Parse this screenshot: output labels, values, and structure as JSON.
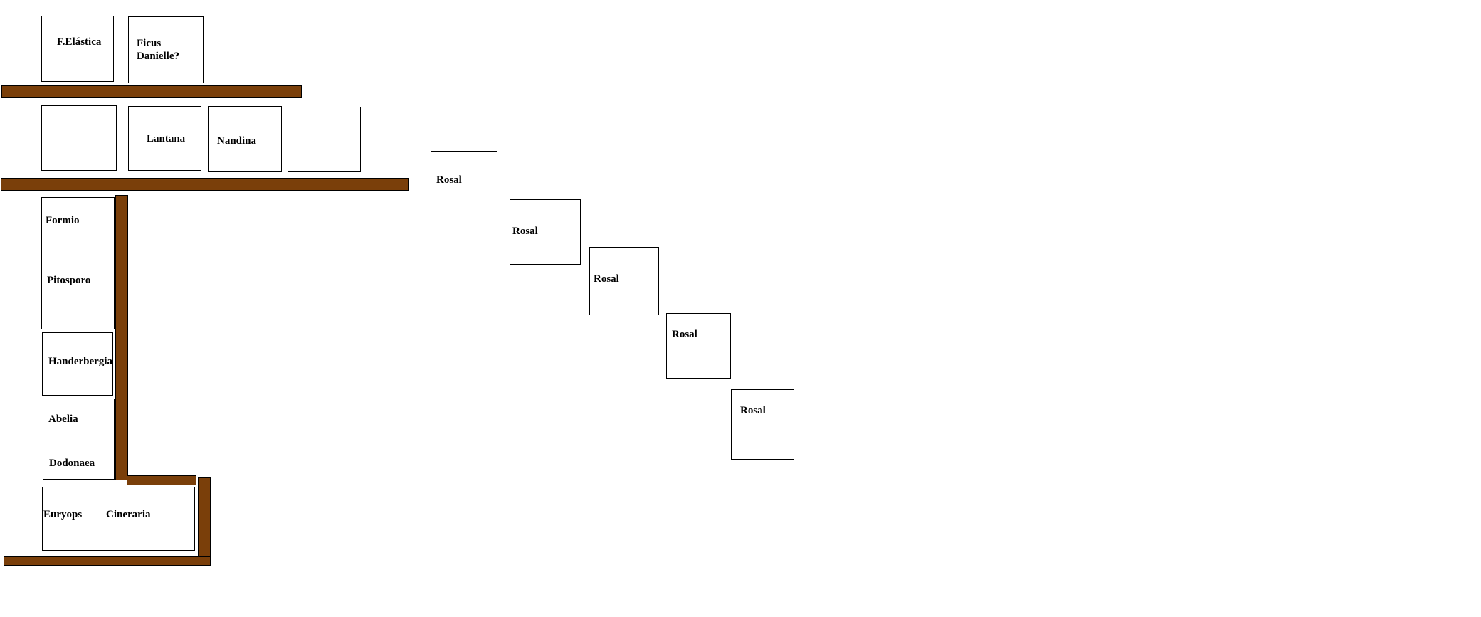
{
  "colors": {
    "wood": "#7a3f0a",
    "outline": "#000000",
    "background": "#ffffff"
  },
  "beds": {
    "f_elastica": "F.Elástica",
    "ficus_line1": "Ficus",
    "ficus_line2": "Danielle?",
    "lantana": "Lantana",
    "nandina": "Nandina",
    "formio": "Formio",
    "pitosporo": "Pitosporo",
    "handerbergia": "Handerbergia",
    "abelia": "Abelia",
    "dodonaea": "Dodonaea",
    "euryops": "Euryops",
    "cineraria": "Cineraria"
  },
  "roses": [
    "Rosal",
    "Rosal",
    "Rosal",
    "Rosal",
    "Rosal"
  ]
}
